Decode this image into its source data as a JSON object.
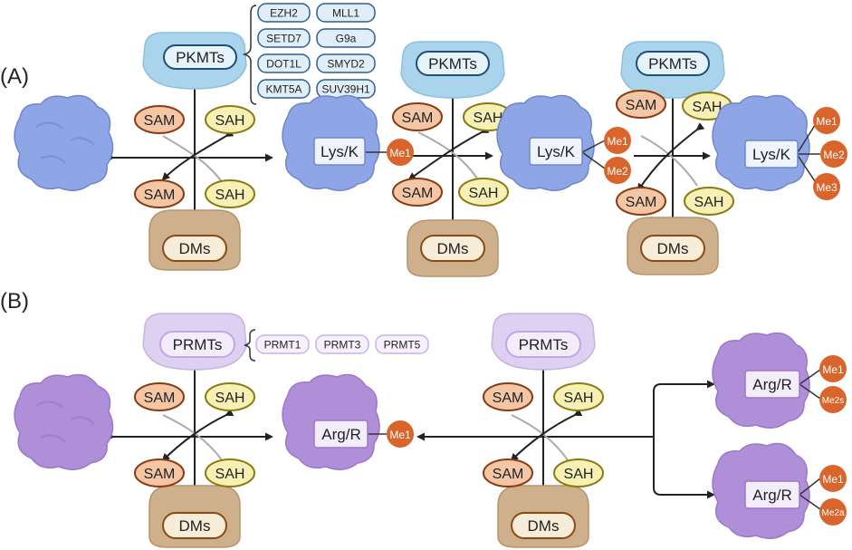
{
  "panels": {
    "a_label": "(A)",
    "b_label": "(B)"
  },
  "colors": {
    "blue_protein": "#8fa6e6",
    "purple_protein": "#b08fd9",
    "pkmt_fill": "#a9d4ec",
    "prmt_fill": "#ddd0f0",
    "dm_fill": "#cfb08c",
    "sam_fill": "#f3c6a5",
    "sah_fill": "#f6f0b5",
    "methyl": "#d9652d",
    "arrow": "#222222"
  },
  "labels": {
    "pkmts": "PKMTs",
    "prmts": "PRMTs",
    "dms": "DMs",
    "sam": "SAM",
    "sah": "SAH",
    "lys": "Lys/K",
    "arg": "Arg/R"
  },
  "methyl": {
    "me1": "Me1",
    "me2": "Me2",
    "me3": "Me3",
    "me2s": "Me2s",
    "me2a": "Me2a"
  },
  "pkmt_members": [
    "EZH2",
    "MLL1",
    "SETD7",
    "G9a",
    "DOT1L",
    "SMYD2",
    "KMT5A",
    "SUV39H1"
  ],
  "prmt_members": [
    "PRMT1",
    "PRMT3",
    "PRMT5"
  ]
}
